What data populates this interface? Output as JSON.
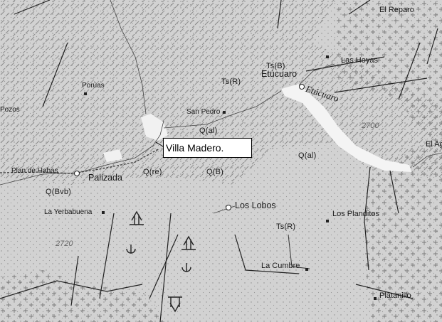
{
  "callout": {
    "text": "Villa Madero."
  },
  "places": {
    "el_reparo": "El Reparo",
    "las_hoyas": "Las Hoyas",
    "porues": "Porúas",
    "pozos": "Pozos",
    "san_pedro": "San Pedro",
    "etucuaro": "Etúcuaro",
    "plan_de_habas": "Plan de Habas",
    "palizada": "Palizada",
    "la_yerbabuena": "La Yerbabuena",
    "los_lobos": "Los Lobos",
    "los_planditos": "Los Planditos",
    "la_cumbre": "La Cumbre",
    "platanillo": "Platanillo",
    "el_ag": "El Ag"
  },
  "river": {
    "name": "Etúcuaro"
  },
  "geology_units": {
    "ts_r_north": "Ts(R)",
    "ts_b": "Ts(B)",
    "q_al_center": "Q(al)",
    "q_al_east": "Q(al)",
    "q_re": "Q(re)",
    "q_b": "Q(B)",
    "q_bvb": "Q(Bvb)",
    "ts_r_south": "Ts(R)"
  },
  "elevations": {
    "e1": "2720",
    "e2": "2700"
  },
  "colors": {
    "background": "#d6d6d6",
    "rock_texture": "#9a9a9a",
    "alluvium": "#f2f2f2",
    "faults": "#222222"
  }
}
